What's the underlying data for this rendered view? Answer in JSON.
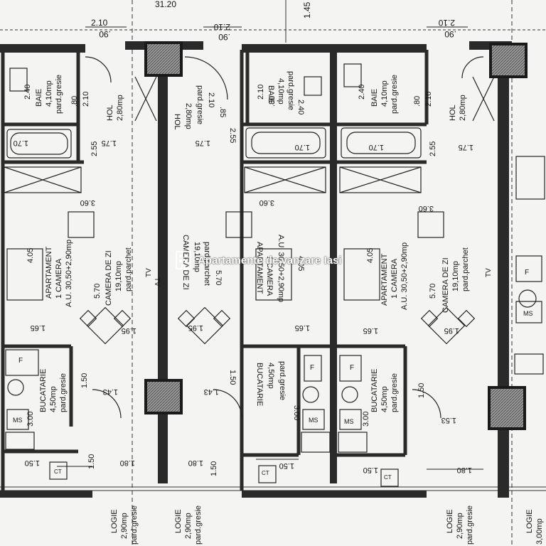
{
  "watermark": {
    "text": "Apartamente de vanzare Iasi"
  },
  "top_labels": [
    "2.10",
    ".90",
    "31.20",
    "1.45",
    "2.10",
    ".90",
    "2.10",
    ".90"
  ],
  "rooms": {
    "baie": "BAIE",
    "baie_area": "4,10mp",
    "pard_gresie": "pard.gresie",
    "hol": "HOL",
    "hol_area": "2,80mp",
    "apartament": "APARTAMENT",
    "camera_1": "1 CAMERA",
    "au": "A.U. 30,50+2,90mp",
    "camera_de_zi": "CAMERA DE ZI",
    "camera_area": "19,10mp",
    "pard_parchet": "pard.parchet",
    "bucatarie": "BUCATARIE",
    "bucatarie_area": "4,50mp",
    "logie": "LOGIE",
    "logie_area": "2,90mp",
    "logie_area_alt": "3,00mp",
    "tv": "TV",
    "f": "F",
    "ms": "MS",
    "ct": "CT"
  },
  "dims": {
    "d240": "2.40",
    "d210": "2.10",
    "d80": ".80",
    "d255": "2.55",
    "d85": ".85",
    "d170": "1.70",
    "d175": "1.75",
    "d360": "3.60",
    "d405": "4.05",
    "d570": "5.70",
    "d165": "1.65",
    "d195": "1.95",
    "d150": "1.50",
    "d143": "1.43",
    "d153": "1.53",
    "d300": "3.00",
    "d180": "1.80"
  },
  "colors": {
    "wall": "#2a2a2a",
    "shaft": "#7a7a7a",
    "paper": "#f4f4f2",
    "watermark": "#ffffff"
  }
}
